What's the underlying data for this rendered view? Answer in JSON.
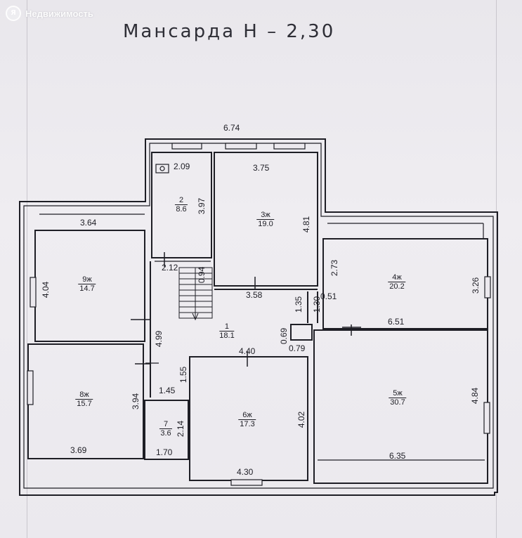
{
  "watermark": {
    "logo": "Я",
    "text": "Недвижимость"
  },
  "title": "Мансарда Н  –  2,30",
  "colors": {
    "ink": "#1e1e25",
    "paper": "#ece9ee"
  },
  "dimensions": {
    "top_total": "6.74",
    "r2_width": "2.09",
    "r3_width": "3.75",
    "r2_height": "3.97",
    "r3_height": "4.81",
    "r9_width": "3.64",
    "r9_height": "4.04",
    "hall_212": "2.12",
    "stair": "0.94",
    "r3_bottom": "3.58",
    "d_135": "1.35",
    "d_130": "1.30",
    "d_051": "0.51",
    "r4_left": "2.73",
    "r4_right": "3.26",
    "r4_bottom": "6.51",
    "hall_499": "4.99",
    "d_069": "0.69",
    "d_079": "0.79",
    "r6_top": "4.40",
    "d_155": "1.55",
    "d_145": "1.45",
    "r8_height": "3.94",
    "r7_height": "2.14",
    "r6_height": "4.02",
    "r5_height": "4.84",
    "r8_bottom": "3.69",
    "r7_bottom": "1.70",
    "r6_bottom": "4.30",
    "r5_bottom": "6.35"
  },
  "rooms": [
    {
      "num": "2",
      "area": "8.6"
    },
    {
      "num": "3ж",
      "area": "19.0"
    },
    {
      "num": "9ж",
      "area": "14.7"
    },
    {
      "num": "4ж",
      "area": "20.2"
    },
    {
      "num": "1",
      "area": "18.1"
    },
    {
      "num": "8ж",
      "area": "15.7"
    },
    {
      "num": "7",
      "area": "3.6"
    },
    {
      "num": "6ж",
      "area": "17.3"
    },
    {
      "num": "5ж",
      "area": "30.7"
    }
  ]
}
